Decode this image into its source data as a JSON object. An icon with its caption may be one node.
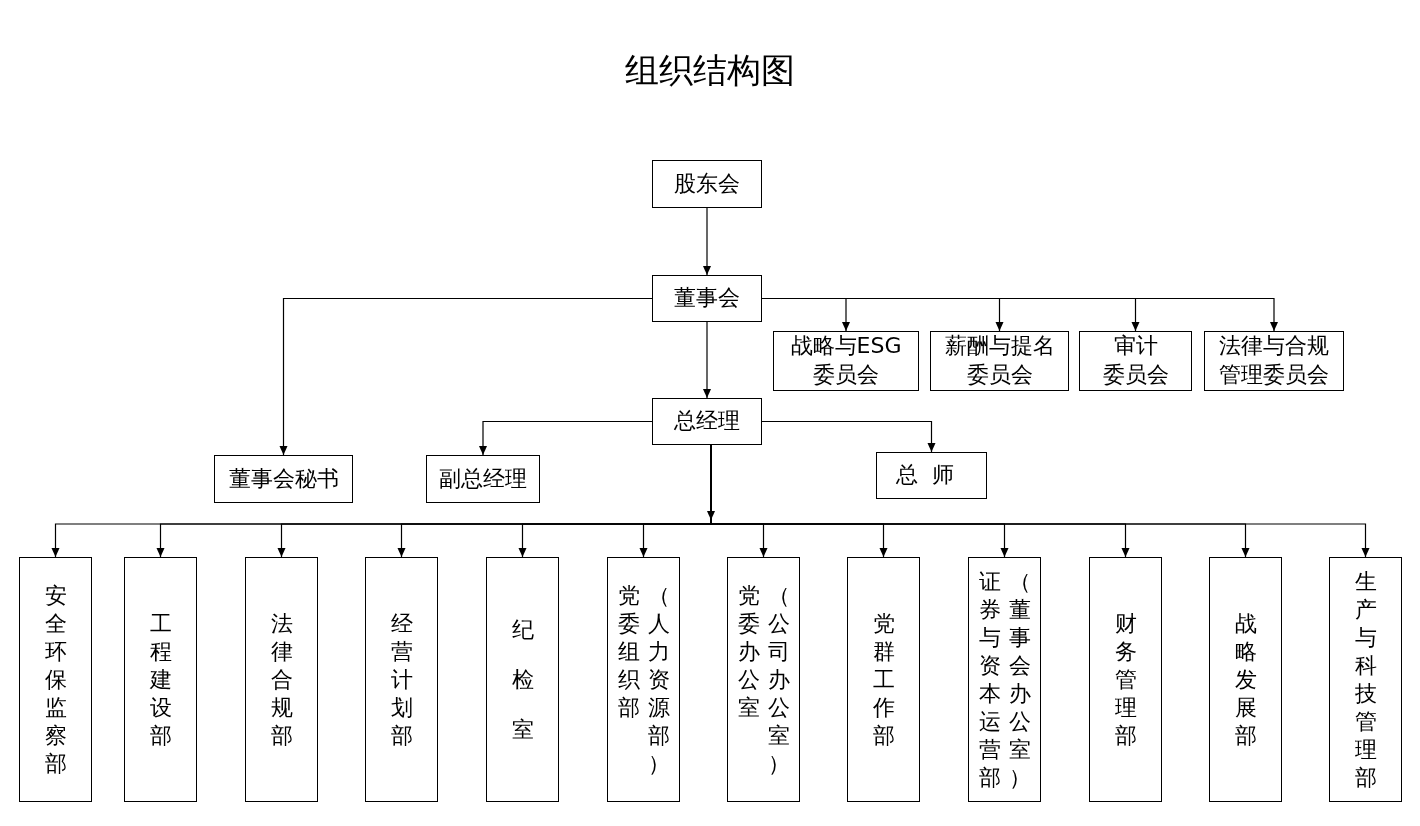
{
  "diagram": {
    "title": "组织结构图",
    "nodes": [
      {
        "text": [
          "股东会"
        ]
      },
      {
        "text": [
          "董事会"
        ]
      },
      {
        "text": [
          "战略与ESG委员会"
        ]
      },
      {
        "text": [
          "薪酬与提名委员会"
        ]
      },
      {
        "text": [
          "审计委员会"
        ]
      },
      {
        "text": [
          "法律与合规管理委员会"
        ]
      },
      {
        "text": [
          "总经理"
        ]
      },
      {
        "text": [
          "董事会秘书"
        ]
      },
      {
        "text": [
          "副总经理"
        ]
      },
      {
        "text": [
          "总师"
        ]
      },
      {
        "text": [
          "安全环保监察部"
        ]
      },
      {
        "text": [
          "工程建设部"
        ]
      },
      {
        "text": [
          "法律合规部"
        ]
      },
      {
        "text": [
          "经营计划部"
        ]
      },
      {
        "text": [
          "纪检室"
        ]
      },
      {
        "text": [
          "党委组织部（人力资源部）"
        ]
      },
      {
        "text": [
          "党委办公室（公司办公室）"
        ]
      },
      {
        "text": [
          "党群工作部"
        ]
      },
      {
        "text": [
          "证券与资本运营部（董事会办公室）"
        ]
      },
      {
        "text": [
          "财务管理部"
        ]
      },
      {
        "text": [
          "战略发展部"
        ]
      },
      {
        "text": [
          "生产与科技管理部"
        ]
      }
    ],
    "edges": [
      {
        "from": 0,
        "to": 1,
        "arrow": "to"
      },
      {
        "from": 1,
        "to": 2,
        "arrow": "to"
      },
      {
        "from": 1,
        "to": 3,
        "arrow": "to"
      },
      {
        "from": 1,
        "to": 4,
        "arrow": "to"
      },
      {
        "from": 1,
        "to": 5,
        "arrow": "to"
      },
      {
        "from": 1,
        "to": 7,
        "arrow": "to"
      },
      {
        "from": 1,
        "to": 6,
        "arrow": "to"
      },
      {
        "from": 6,
        "to": 8,
        "arrow": "to"
      },
      {
        "from": 6,
        "to": 9,
        "arrow": "to"
      },
      {
        "from": 6,
        "to": 10,
        "arrow": "to"
      },
      {
        "from": 6,
        "to": 11,
        "arrow": "to"
      },
      {
        "from": 6,
        "to": 12,
        "arrow": "to"
      },
      {
        "from": 6,
        "to": 13,
        "arrow": "to"
      },
      {
        "from": 6,
        "to": 14,
        "arrow": "to"
      },
      {
        "from": 6,
        "to": 15,
        "arrow": "to"
      },
      {
        "from": 6,
        "to": 16,
        "arrow": "to"
      },
      {
        "from": 6,
        "to": 17,
        "arrow": "to"
      },
      {
        "from": 6,
        "to": 18,
        "arrow": "to"
      },
      {
        "from": 6,
        "to": 19,
        "arrow": "to"
      },
      {
        "from": 6,
        "to": 20,
        "arrow": "to"
      },
      {
        "from": 6,
        "to": 21,
        "arrow": "to"
      }
    ]
  }
}
